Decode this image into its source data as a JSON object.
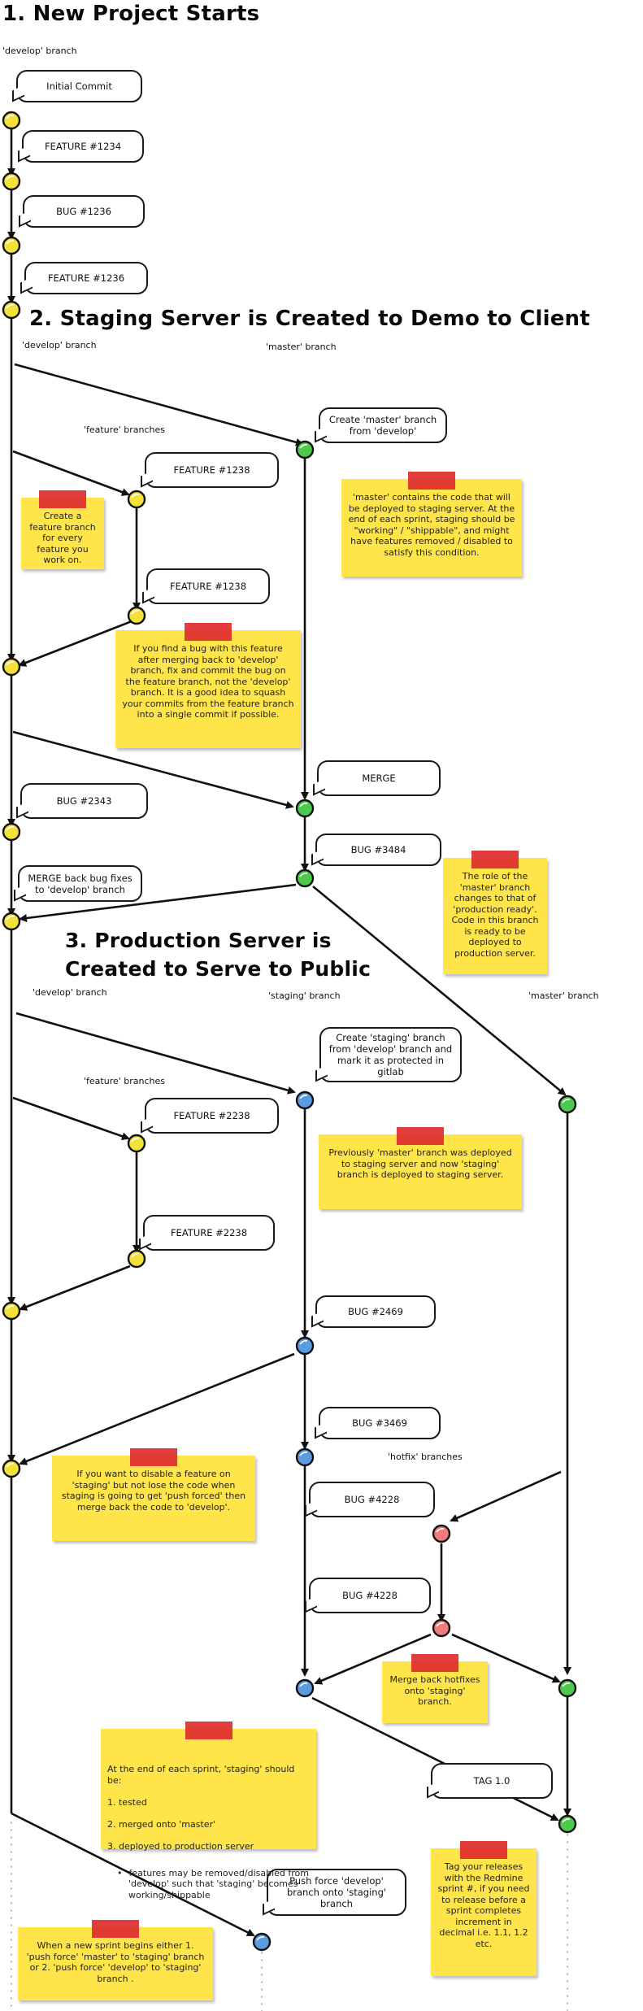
{
  "headings": {
    "s1": "1. New Project Starts",
    "s2": "2. Staging Server is Created to Demo to Client",
    "s3_line1": "3. Production Server is",
    "s3_line2": "Created to Serve to Public"
  },
  "labels": {
    "develop_1": "'develop' branch",
    "develop_2": "'develop' branch",
    "master_2": "'master' branch",
    "feature_2": "'feature' branches",
    "develop_3": "'develop' branch",
    "staging_3": "'staging' branch",
    "master_3": "'master' branch",
    "feature_3": "'feature' branches",
    "hotfix_3": "'hotfix' branches"
  },
  "bubbles": {
    "initial_commit": "Initial Commit",
    "feature_1234": "FEATURE #1234",
    "bug_1236": "BUG #1236",
    "feature_1236": "FEATURE #1236",
    "create_master": "Create 'master' branch from 'develop'",
    "feature_1238_a": "FEATURE #1238",
    "feature_1238_b": "FEATURE #1238",
    "merge": "MERGE",
    "bug_2343": "BUG #2343",
    "bug_3484": "BUG #3484",
    "merge_back": "MERGE back bug fixes to 'develop' branch",
    "create_staging": "Create 'staging' branch from 'develop' branch and mark it as protected in gitlab",
    "feature_2238_a": "FEATURE #2238",
    "feature_2238_b": "FEATURE #2238",
    "bug_2469": "BUG #2469",
    "bug_3469": "BUG #3469",
    "bug_4228_a": "BUG #4228",
    "bug_4228_b": "BUG #4228",
    "tag_10": "TAG 1.0",
    "push_force": "Push force 'develop' branch onto 'staging' branch"
  },
  "notes": {
    "create_feature": "Create a feature branch for every feature you work on.",
    "master_contains": "'master' contains the code that will be deployed to staging server.  At the end of each sprint, staging should be \"working\" / \"shippable\", and might have features removed / disabled to satisfy this condition.",
    "bug_after_merge": "If you find a bug with this feature after merging back to 'develop' branch, fix and commit the bug on the feature branch, not the 'develop' branch.  It is a good idea to squash your commits from the feature branch into a single commit if possible.",
    "role_master": "The role of the 'master' branch changes to that of 'production ready'. Code in this branch is ready to be deployed to production server.",
    "previously_master": "Previously 'master' branch was deployed to staging server and now 'staging' branch is deployed to staging server.",
    "disable_feature": "If you want to disable a feature on 'staging' but not lose the code when staging is going to get 'push forced' then merge back the code to 'develop'.",
    "merge_hotfixes": "Merge back hotfixes onto 'staging' branch.",
    "end_sprint": {
      "intro": "At the end of each sprint, 'staging' should be:",
      "item1": "1. tested",
      "item2": "2. merged onto 'master'",
      "item3": "3. deployed to production server",
      "bullet": "features may be removed/disabled  from 'develop' such that 'staging' becomes working/shippable"
    },
    "tag_releases": "Tag your releases with the Redmine sprint #, if you need to release before a sprint completes increment in decimal i.e. 1.1, 1.2 etc.",
    "new_sprint": "When a new sprint begins either 1. 'push force' 'master' to 'staging' branch or 2. 'push force' 'develop' to 'staging' branch ."
  },
  "colors": {
    "develop_node": "#f3e13a",
    "master_node": "#4ec94e",
    "staging_node": "#5b9be0",
    "hotfix_node": "#ef7b7b",
    "note_bg": "#ffe44a",
    "tape": "#de2d2d"
  }
}
